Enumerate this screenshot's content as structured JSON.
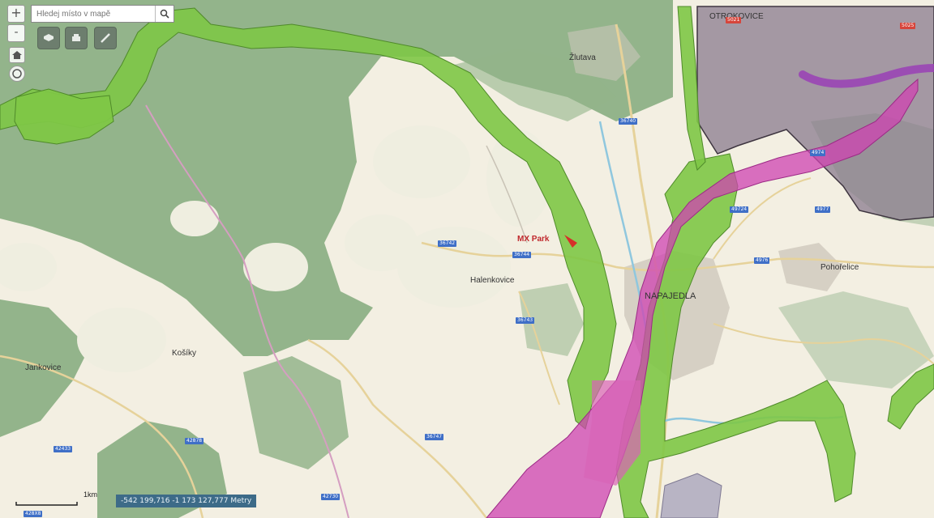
{
  "search": {
    "placeholder": "Hledej místo v mapě"
  },
  "tools": [
    "layers-icon",
    "print-icon",
    "measure-icon"
  ],
  "zoom": {
    "in": "+",
    "out": "-"
  },
  "scale": {
    "label": "1km"
  },
  "coordinates": {
    "text": "-542 199,716 -1 173 127,777 Metry"
  },
  "places": {
    "otrokovice": "OTROKOVICE",
    "zlutava": "Žlutava",
    "halenkovice": "Halenkovice",
    "napajedla": "NAPAJEDLA",
    "pohorelice": "Pohořelice",
    "kosiky": "Košíky",
    "jankovice": "Jankovice",
    "mx_park": "MX Park"
  },
  "roads": {
    "r1": "36740",
    "r2": "36742",
    "r3": "36744",
    "r4": "36743",
    "r5": "4974",
    "r6": "49724",
    "r7": "4977",
    "r8": "4976",
    "r9": "42433",
    "r10": "42878",
    "r11": "36747",
    "r12": "42730",
    "r13": "428X8",
    "r14": "5021",
    "r15": "5025"
  },
  "colors": {
    "forest": "#93b48b",
    "corridor_green": "#7ec746",
    "corridor_magenta": "#cf43b1",
    "urban_purple": "#8a7b8e",
    "marker_red": "#d62f2a"
  }
}
